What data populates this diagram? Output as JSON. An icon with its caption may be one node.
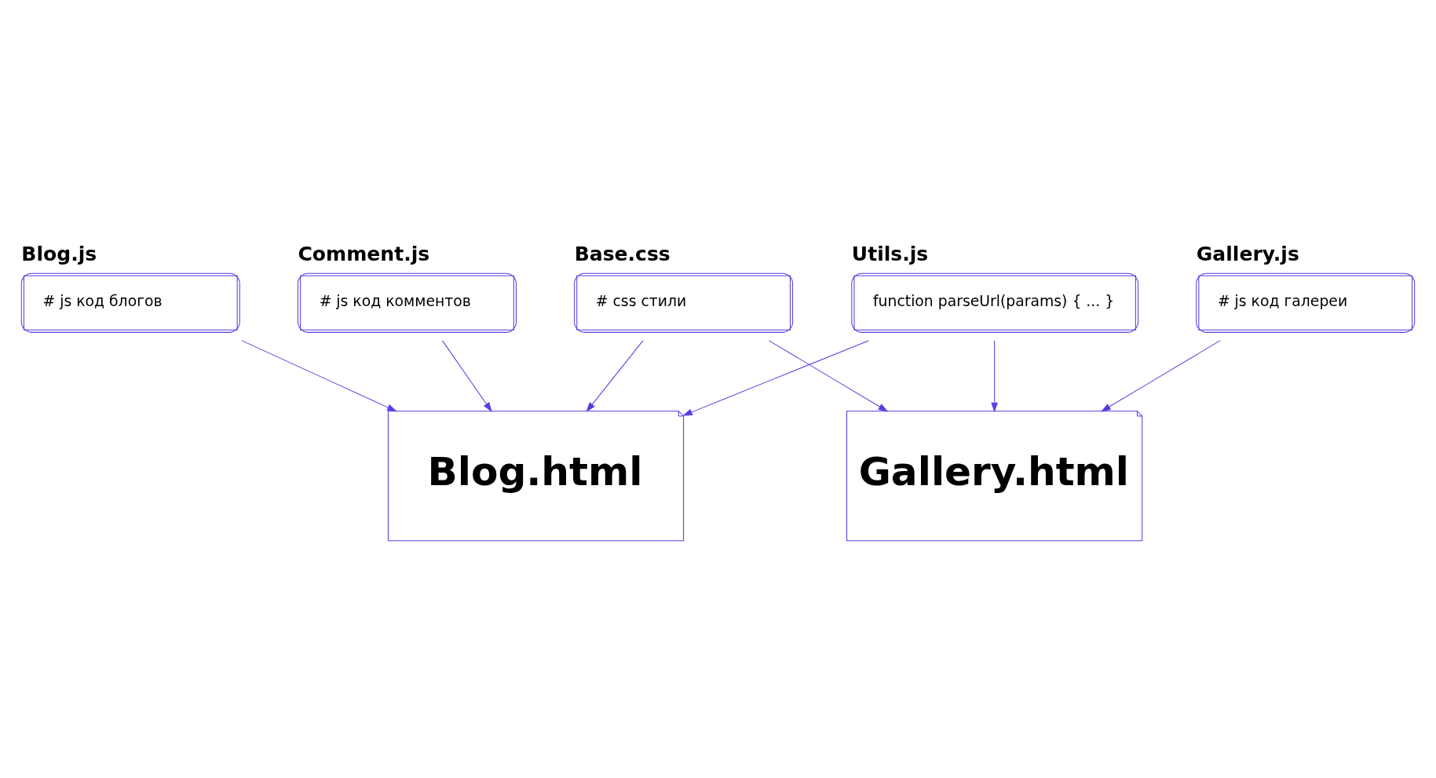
{
  "diagram": {
    "nodes": [
      {
        "text": [
          "Comment.js",
          "# js код комментов"
        ]
      },
      {
        "text": [
          "Gallery.js",
          "# js код галереи"
        ]
      },
      {
        "text": [
          "Utils.js",
          "function parseUrl(params) { ... }"
        ]
      },
      {
        "text": [
          "Base.css",
          "# css стили"
        ]
      },
      {
        "text": [
          "Blog.js",
          "# js код блогов"
        ]
      },
      {
        "text": [
          "Gallery.html"
        ]
      },
      {
        "text": [
          "Blog.html"
        ]
      }
    ],
    "edges": [
      {
        "from": 3,
        "to": 5,
        "arrow": "to"
      },
      {
        "from": 1,
        "to": 5,
        "arrow": "to"
      },
      {
        "from": 2,
        "to": 5,
        "arrow": "to"
      },
      {
        "from": 3,
        "to": 6,
        "arrow": "to"
      },
      {
        "from": 2,
        "to": 6,
        "arrow": "to"
      },
      {
        "from": 0,
        "to": 6,
        "arrow": "to"
      },
      {
        "from": 4,
        "to": 6,
        "arrow": "to"
      }
    ]
  }
}
